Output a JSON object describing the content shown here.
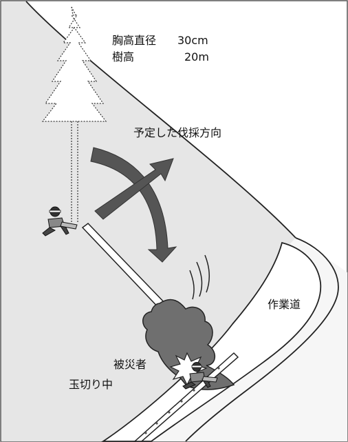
{
  "tree_spec": {
    "dbh_label": "胸高直径",
    "dbh_value": "30cm",
    "height_label": "樹高",
    "height_value": "20m"
  },
  "labels": {
    "planned_direction": "予定した伐採方向",
    "work_road": "作業道",
    "victim": "被災者",
    "bucking": "玉切り中"
  },
  "colors": {
    "slope_fill": "#e6e6e6",
    "road_fill": "#ffffff",
    "arrow_fill": "#555555",
    "foliage_fill": "#6f6f6f",
    "outline": "#222222"
  }
}
